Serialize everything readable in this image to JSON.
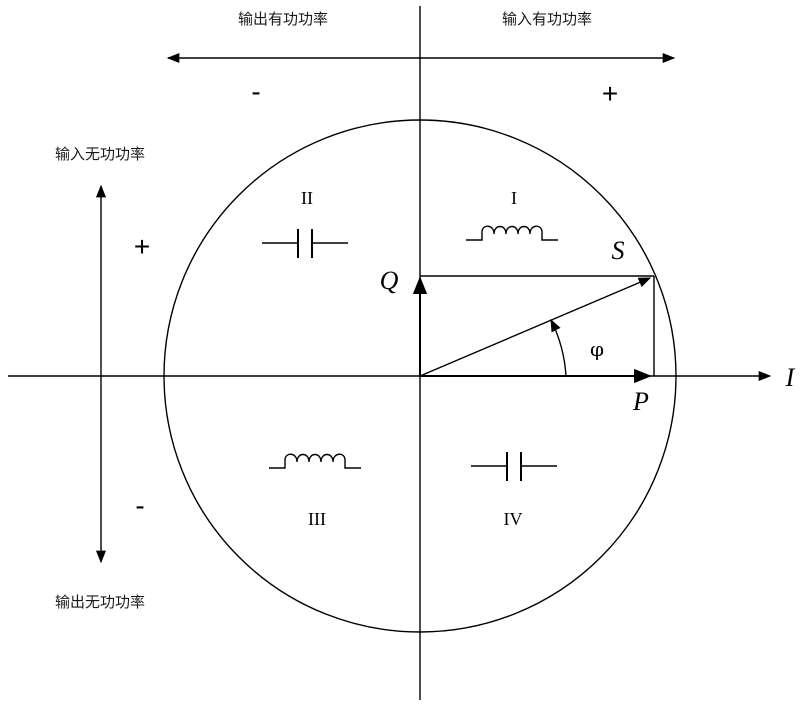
{
  "labels": {
    "output_active": "输出有功功率",
    "input_active": "输入有功功率",
    "input_reactive": "输入无功功率",
    "output_reactive": "输出无功功率",
    "minus_top": "-",
    "plus_top": "+",
    "plus_left": "+",
    "minus_left": "-"
  },
  "quadrants": {
    "q1": "I",
    "q2": "II",
    "q3": "III",
    "q4": "IV"
  },
  "variables": {
    "Q": "Q",
    "S": "S",
    "P": "P",
    "I": "I",
    "phi": "φ"
  },
  "symbols": {
    "q1": "inductor-icon",
    "q2": "capacitor-icon",
    "q3": "inductor-icon",
    "q4": "capacitor-icon"
  }
}
